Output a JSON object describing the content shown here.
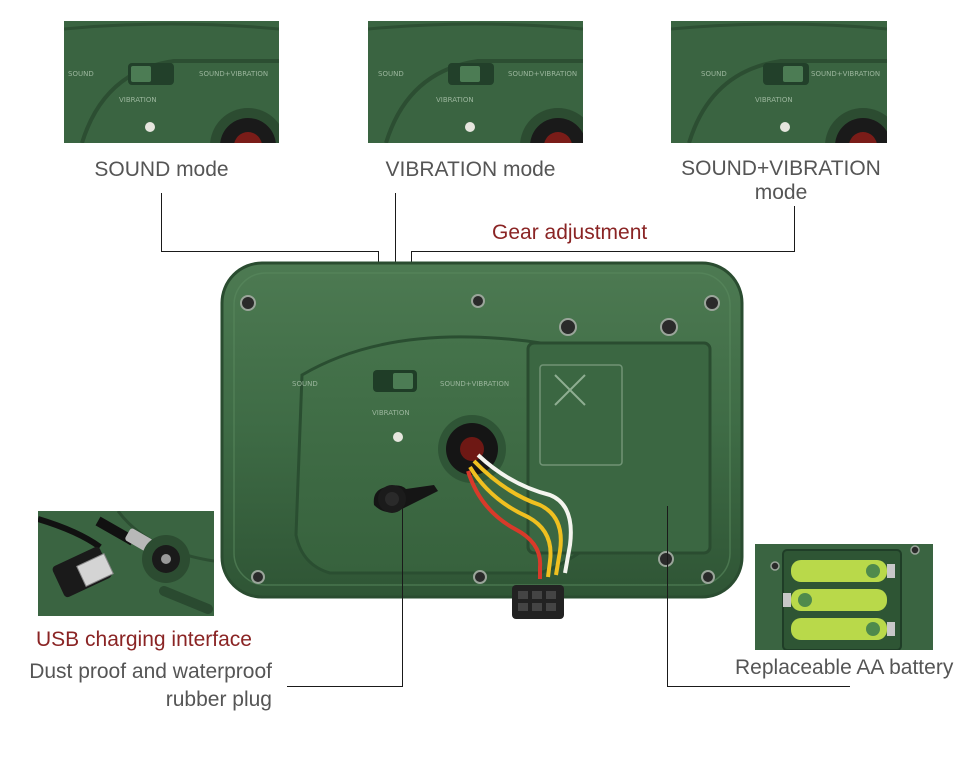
{
  "labels": {
    "sound_mode": "SOUND mode",
    "vibration_mode": "VIBRATION mode",
    "sound_vibration_mode_line1": "SOUND+VIBRATION",
    "sound_vibration_mode_line2": "mode",
    "gear_adjustment": "Gear  adjustment",
    "usb_charging": "USB charging interface",
    "dust_proof_line1": "Dust proof and waterproof",
    "dust_proof_line2": "rubber plug",
    "replaceable_battery": "Replaceable AA battery"
  },
  "device": {
    "switch_left_text": "SOUND",
    "switch_right_text": "SOUND+VIBRATION",
    "switch_bottom_text": "VIBRATION"
  },
  "colors": {
    "label_text": "#555555",
    "accent_label": "#8a2424",
    "device_green": "#3f6b45",
    "battery_green": "#b9d94a",
    "wire_yellow": "#f0c020",
    "wire_red": "#d83a2a",
    "wire_white": "#f4f4ee"
  }
}
